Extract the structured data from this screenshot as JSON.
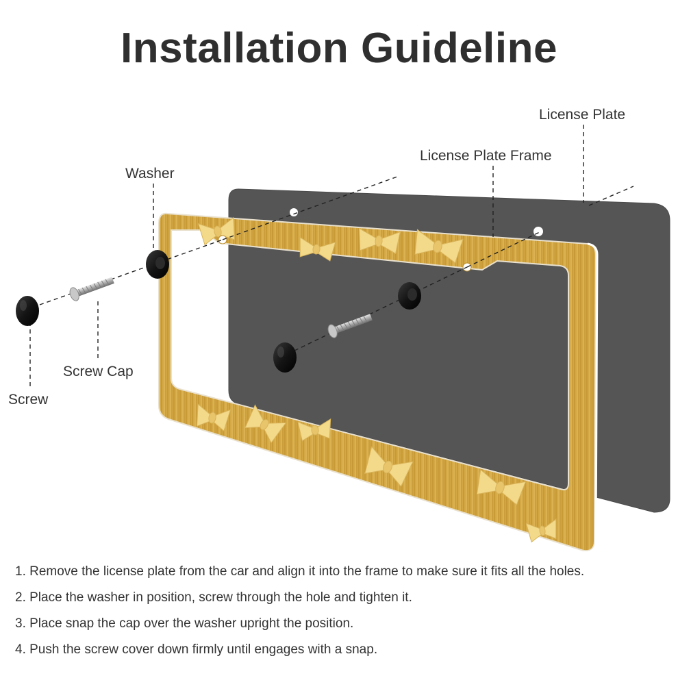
{
  "title": "Installation Guideline",
  "labels": {
    "license_plate": "License Plate",
    "license_plate_frame": "License Plate Frame",
    "washer": "Washer",
    "screw_cap": "Screw Cap",
    "screw": "Screw"
  },
  "steps": [
    "1. Remove the license plate from the car and align it into the frame to make sure it fits all the holes.",
    "2. Place the washer in position, screw through the hole and tighten it.",
    "3. Place snap the cap over the washer upright the position.",
    "4. Push the screw cover down firmly until engages with a snap."
  ],
  "colors": {
    "plate": "#555555",
    "frame_wood": "#d4a844",
    "frame_wood_dark": "#b98a2a",
    "pasta": "#f3d98a",
    "hardware_black": "#141414",
    "screw_metal": "#b8b8b8",
    "text": "#333333"
  }
}
